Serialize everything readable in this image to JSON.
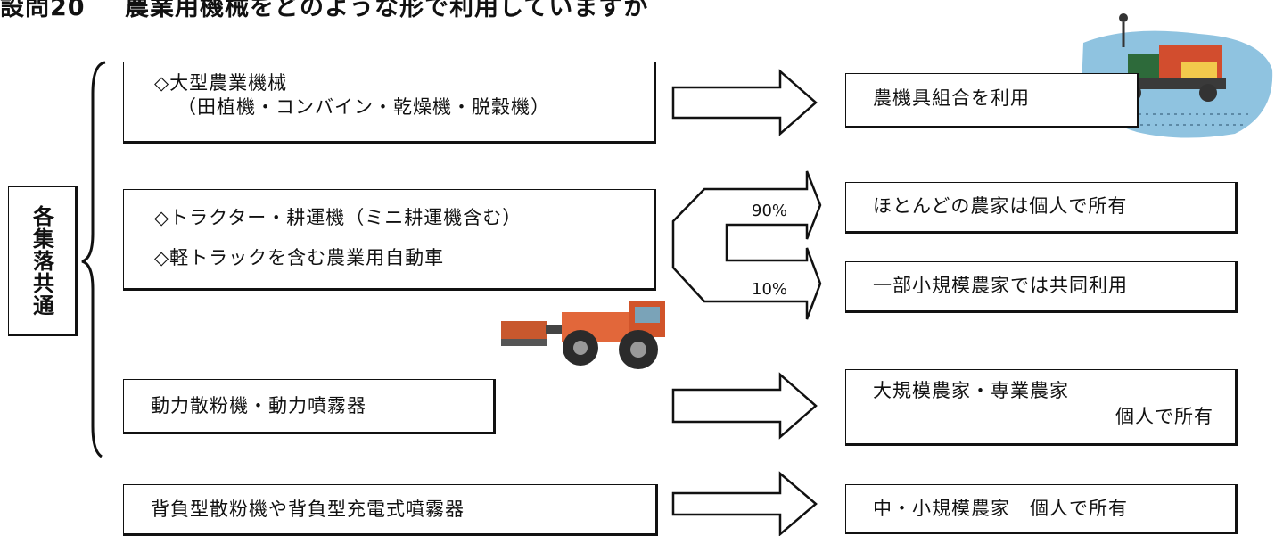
{
  "title": {
    "question_no": "設問20",
    "text": "農業用機械をどのような形で利用していますか"
  },
  "group_label": "各集落共通",
  "rows": [
    {
      "left_lines": [
        "◇大型農業機械",
        "（田植機・コンバイン・乾燥機・脱穀機）"
      ],
      "right_lines": [
        "農機具組合を利用"
      ]
    },
    {
      "left_lines": [
        "◇トラクター・耕運機（ミニ耕運機含む）",
        "◇軽トラックを含む農業用自動車"
      ],
      "branches": [
        {
          "percent": "90%",
          "label": "ほとんどの農家は個人で所有"
        },
        {
          "percent": "10%",
          "label": "一部小規模農家では共同利用"
        }
      ]
    },
    {
      "left_lines": [
        "動力散粉機・動力噴霧器"
      ],
      "right_lines": [
        "大規模農家・専業農家",
        "個人で所有"
      ]
    },
    {
      "left_lines": [
        "背負型散粉機や背負型充電式噴霧器"
      ],
      "right_lines": [
        "中・小規模農家　個人で所有"
      ]
    }
  ],
  "icons": {
    "rice_planter": "rice-planter-illustration",
    "tractor": "tractor-illustration"
  }
}
